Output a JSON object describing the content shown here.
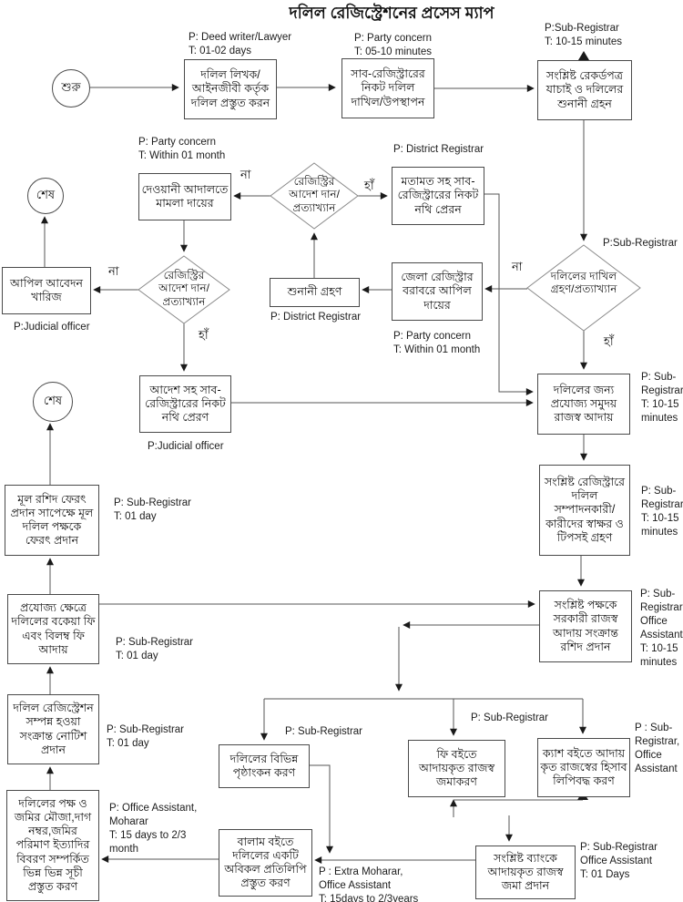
{
  "title": "দলিল রেজিস্ট্রেশনের প্রসেস ম্যাপ",
  "decision_labels": {
    "yes": "হাঁ",
    "no": "না"
  },
  "nodes": {
    "start": {
      "label": "শুরু"
    },
    "end_top": {
      "label": "শেষ"
    },
    "end_left": {
      "label": "শেষ"
    },
    "prepare_deed": {
      "label": "দলিল লিখক/\nআইনজীবী কর্তৃক\nদলিল প্রস্তুত করন",
      "annotation": "P: Deed writer/Lawyer\nT: 01-02 days"
    },
    "submit_deed": {
      "label": "সাব-রেজিস্ট্রারের\nনিকট দলিল\nদাখিল/উপস্থাপন",
      "annotation": "P: Party concern\nT: 05-10 minutes"
    },
    "verify_records": {
      "label": "সংশ্লিষ্ট রেকর্ডপত্র\nযাচাই ও দলিলের\nশুনানী গ্রহন",
      "annotation": "P:Sub-Registrar\nT: 10-15 minutes"
    },
    "decision_submission": {
      "label": "দলিলের দাখিল\nগ্রহণ/প্রত্যাখ্যান",
      "annotation": "P:Sub-Registrar"
    },
    "send_with_opinion": {
      "label": "মতামত সহ সাব-\nরেজিস্ট্রারের নিকট\nনথি প্রেরন",
      "annotation": "P: District Registrar"
    },
    "decision_registry_order_top": {
      "label": "রেজিস্ট্রির\nআদেশ দান/\nপ্রত্যাখ্যান"
    },
    "civil_court_case": {
      "label": "দেওয়ানী আদালতে\nমামলা দায়ের",
      "annotation": "P: Party concern\nT: Within 01 month"
    },
    "decision_registry_order_left": {
      "label": "রেজিস্ট্রির\nআদেশ দান/\nপ্রত্যাখ্যান"
    },
    "appeal_dismissed": {
      "label": "আপিল আবেদন\nখারিজ",
      "annotation": "P:Judicial officer"
    },
    "hearing": {
      "label": "শুনানী গ্রহণ",
      "annotation": "P: District Registrar"
    },
    "district_appeal": {
      "label": "জেলা রেজিস্ট্রার\nবরাবরে আপিল\nদায়ের",
      "annotation": "P: Party concern\nT: Within 01 month"
    },
    "send_with_order": {
      "label": "আদেশ সহ সাব-\nরেজিস্ট্রারের নিকট\nনথি প্রেরণ",
      "annotation": "P:Judicial officer"
    },
    "collect_revenue": {
      "label": "দলিলের জন্য\nপ্রযোজ্য সমুদয়\nরাজস্ব আদায়",
      "annotation": "P: Sub-\nRegistrar\nT: 10-15\nminutes"
    },
    "signatures_thumbprints": {
      "label": "সংশ্লিষ্ট রেজিস্ট্রারে\nদলিল\nসম্পাদনকারী/\nকারীদের স্বাক্ষর ও\nটিপসই গ্রহণ",
      "annotation": "P: Sub-\nRegistrar\nT: 10-15\nminutes"
    },
    "issue_receipt": {
      "label": "সংশ্লিষ্ট পক্ষকে\nসরকারী রাজস্ব\nআদায় সংক্রান্ত\nরশিদ প্রদান",
      "annotation": "P: Sub-\nRegistrar,\nOffice\nAssistant\nT: 10-15\nminutes"
    },
    "return_deed": {
      "label": "মূল রশিদ ফেরৎ\nপ্রদান সাপেক্ষে মূল\nদলিল পক্ষকে\nফেরৎ প্রদান",
      "annotation": "P: Sub-Registrar\nT: 01 day"
    },
    "due_fees": {
      "label": "প্রযোজ্য ক্ষেত্রে\nদলিলের বকেয়া ফি\nএবং বিলম্ব ফি\nআদায়",
      "annotation": "P: Sub-Registrar\nT: 01 day"
    },
    "completion_notice": {
      "label": "দলিল রেজিস্ট্রেশন\nসম্পন্ন হওয়া\nসংক্রান্ত নোটিশ\nপ্রদান",
      "annotation": "P: Sub-Registrar\nT: 01 day"
    },
    "prepare_indexes": {
      "label": "দলিলের পক্ষ ও\nজমির মৌজা,দাগ\nনম্বর,জমির\nপরিমাণ ইত্যাদির\nবিবরণ সম্পর্কিত\nভিন্ন ভিন্ন সূচী\nপ্রস্তুত করণ",
      "annotation": "P: Office Assistant,\nMoharar\nT: 15 days to 2/3\nmonth"
    },
    "endorsement": {
      "label": "দলিলের বিভিন্ন\nপৃষ্ঠাংকন করণ",
      "annotation": "P: Sub-Registrar"
    },
    "balam_copy": {
      "label": "বালাম বইতে\nদলিলের একটি\nঅবিকল প্রতিলিপি\nপ্রস্তুত করণ",
      "annotation": "P : Extra Moharar,\nOffice Assistant\nT: 15days to 2/3years"
    },
    "fee_book": {
      "label": "ফি বইতে\nআদায়কৃত রাজস্ব\nজমাকরণ",
      "annotation": "P: Sub-Registrar"
    },
    "cash_book": {
      "label": "ক্যাশ বইতে আদায়\nকৃত রাজস্বের হিসাব\nলিপিবদ্ধ করণ",
      "annotation": "P : Sub-\nRegistrar,\nOffice\nAssistant"
    },
    "bank_deposit": {
      "label": "সংশ্লিষ্ট ব্যাংকে\nআদায়কৃত রাজস্ব\nজমা প্রদান",
      "annotation": "P: Sub-Registrar\nOffice Assistant\nT: 01 Days"
    }
  }
}
